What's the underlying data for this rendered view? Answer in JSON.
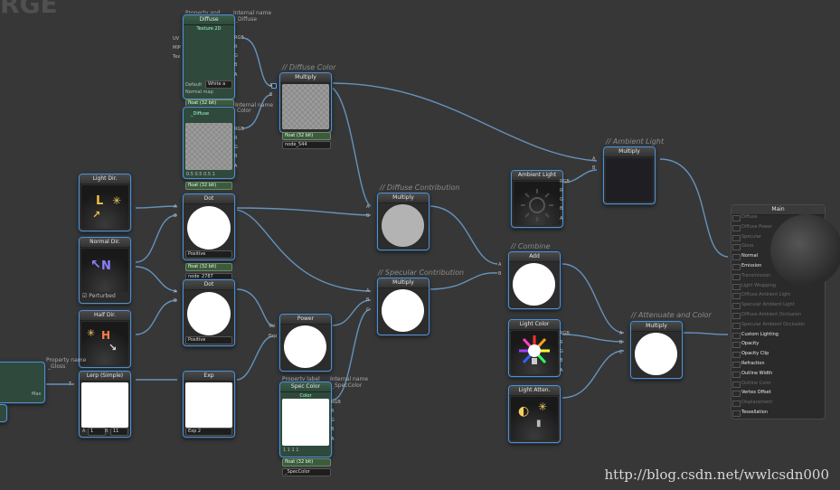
{
  "page_title": "RGE",
  "watermark": "http://blog.csdn.net/wwlcsdn000",
  "groups": {
    "diffuse_color": "// Diffuse Color",
    "ambient_light": "// Ambient Light",
    "diffuse_contribution": "// Diffuse Contribution",
    "combine": "// Combine",
    "specular_contribution": "// Specular Contribution",
    "attenuate_and_color": "// Attenuate and Color"
  },
  "nodes": {
    "diffuse_tex": {
      "prop_caption": "Property and",
      "internal_caption": "Internal name",
      "title": "Diffuse",
      "subtitle": "Texture 2D",
      "internal_name": "_Diffuse",
      "inputs": [
        "UV",
        "MIP",
        "Tex"
      ],
      "outputs": [
        "RGB",
        "R",
        "G",
        "B",
        "A"
      ],
      "default_label": "Default",
      "default_value": "White a",
      "normal_map": "Normal map"
    },
    "diffuse_float": {
      "precision": "float (32 bit)",
      "internal_caption": "Internal name",
      "color_caption": "Color",
      "internal_name": "_Diffuse",
      "outputs": [
        "RGB",
        "R",
        "G",
        "B",
        "A"
      ],
      "values": "0.5  0.5  0.5  1"
    },
    "multiply_diffuse": {
      "title": "Multiply",
      "precision": "float (32 bit)",
      "node_name": "node_544"
    },
    "ambient_light": {
      "title": "Ambient Light",
      "outputs": [
        "RGB",
        "R",
        "G",
        "B",
        "A"
      ]
    },
    "multiply_ambient": {
      "title": "Multiply"
    },
    "light_dir": {
      "title": "Light Dir.",
      "glyph": "L"
    },
    "normal_dir": {
      "title": "Normal Dir.",
      "glyph": "N",
      "perturbed": "Perturbed"
    },
    "half_dir": {
      "title": "Half Dir.",
      "glyph": "H"
    },
    "dot1": {
      "precision": "float (32 bit)",
      "title": "Dot",
      "mode": "Positive"
    },
    "dot2": {
      "precision": "float (32 bit)",
      "node_name": "node_2787",
      "title": "Dot",
      "mode": "Positive"
    },
    "multiply_diffuse_contrib": {
      "title": "Multiply"
    },
    "multiply_spec": {
      "title": "Multiply"
    },
    "add": {
      "title": "Add"
    },
    "light_color": {
      "title": "Light Color",
      "outputs": [
        "RGB",
        "R",
        "G",
        "B",
        "A"
      ]
    },
    "light_atten": {
      "title": "Light Atten."
    },
    "multiply_final": {
      "title": "Multiply"
    },
    "power": {
      "title": "Power",
      "inputs": [
        "Val",
        "Exp"
      ]
    },
    "spec_color": {
      "prop_caption": "Property label",
      "internal_caption": "Internal name",
      "internal_name": "_SpecColor",
      "title": "Spec Color",
      "subtitle": "Color",
      "outputs": [
        "RGB",
        "R",
        "G",
        "B",
        "A"
      ],
      "values": "1  1  1  1",
      "precision": "float (32 bit)",
      "bottom_label": "_SpecColor"
    },
    "lerp": {
      "title": "Lerp (Simple)",
      "a_label": "A",
      "a_value": "1",
      "b_label": "B",
      "b_value": "11"
    },
    "exp": {
      "title": "Exp",
      "mode": "Exp 2"
    },
    "gloss": {
      "prop_caption": "Property name",
      "internal_name": "_Gloss",
      "max_label": "Max"
    }
  },
  "main_node": {
    "title": "Main",
    "inputs": [
      {
        "label": "Diffuse",
        "active": false
      },
      {
        "label": "Diffuse Power",
        "active": false
      },
      {
        "label": "Specular",
        "active": false
      },
      {
        "label": "Gloss",
        "active": false
      },
      {
        "label": "Normal",
        "active": true
      },
      {
        "label": "Emission",
        "active": true
      },
      {
        "label": "Transmission",
        "active": false
      },
      {
        "label": "Light Wrapping",
        "active": false
      },
      {
        "label": "Diffuse Ambient Light",
        "active": false
      },
      {
        "label": "Specular Ambient Light",
        "active": false
      },
      {
        "label": "Diffuse Ambient Occlusion",
        "active": false
      },
      {
        "label": "Specular Ambient Occlusion",
        "active": false
      },
      {
        "label": "Custom Lighting",
        "active": true
      },
      {
        "label": "Opacity",
        "active": true
      },
      {
        "label": "Opacity Clip",
        "active": true
      },
      {
        "label": "Refraction",
        "active": true
      },
      {
        "label": "Outline Width",
        "active": true
      },
      {
        "label": "Outline Color",
        "active": false
      },
      {
        "label": "Vertex Offset",
        "active": true
      },
      {
        "label": "Displacement",
        "active": false
      },
      {
        "label": "Tessellation",
        "active": true
      }
    ]
  },
  "colors": {
    "background": "#373737",
    "wire": "#5d8dbd",
    "accent_green": "#3c5a3c"
  }
}
